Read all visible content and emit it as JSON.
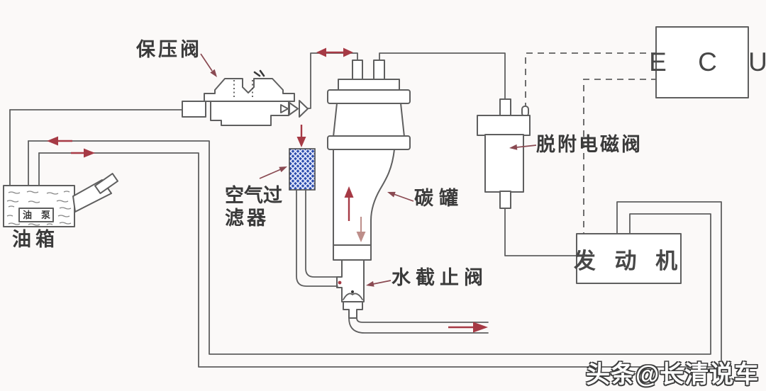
{
  "diagram": {
    "labels": {
      "pressure_valve": "保压阀",
      "air_filter_line1": "空气过",
      "air_filter_line2": "滤器",
      "canister": "碳罐",
      "water_cutoff_valve": "水截止阀",
      "purge_solenoid_valve": "脱附电磁阀",
      "fuel_tank": "油箱",
      "fuel_pump": "油泵",
      "ecu": "E C U",
      "engine": "发 动 机"
    },
    "watermark": "头条@长清说车",
    "colors": {
      "bg": "#fbf9f8",
      "line": "#5f5f5f",
      "text": "#3a3a3a",
      "red": "#a63a45",
      "tan": "#bd8e8a",
      "maroon": "#8a4a52",
      "blue": "#2e4fae"
    }
  }
}
